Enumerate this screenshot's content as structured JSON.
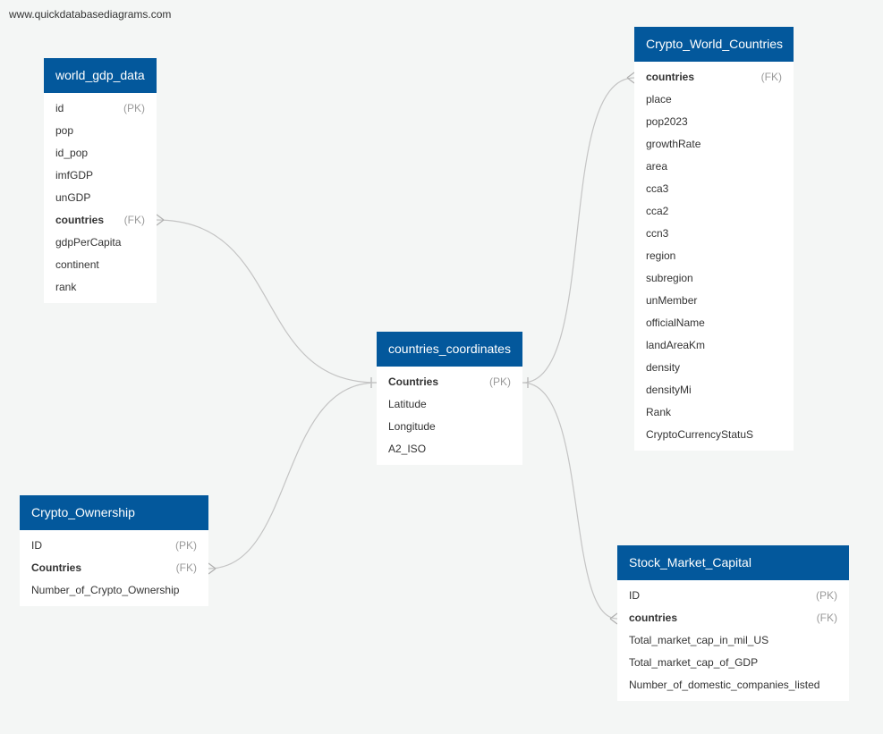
{
  "watermark": "www.quickdatabasediagrams.com",
  "tables": {
    "world_gdp_data": {
      "title": "world_gdp_data",
      "fields": [
        {
          "name": "id",
          "key": "(PK)",
          "bold": false
        },
        {
          "name": "pop",
          "key": "",
          "bold": false
        },
        {
          "name": "id_pop",
          "key": "",
          "bold": false
        },
        {
          "name": "imfGDP",
          "key": "",
          "bold": false
        },
        {
          "name": "unGDP",
          "key": "",
          "bold": false
        },
        {
          "name": "countries",
          "key": "(FK)",
          "bold": true
        },
        {
          "name": "gdpPerCapita",
          "key": "",
          "bold": false
        },
        {
          "name": "continent",
          "key": "",
          "bold": false
        },
        {
          "name": "rank",
          "key": "",
          "bold": false
        }
      ]
    },
    "crypto_world_countries": {
      "title": "Crypto_World_Countries",
      "fields": [
        {
          "name": "countries",
          "key": "(FK)",
          "bold": true
        },
        {
          "name": "place",
          "key": "",
          "bold": false
        },
        {
          "name": "pop2023",
          "key": "",
          "bold": false
        },
        {
          "name": "growthRate",
          "key": "",
          "bold": false
        },
        {
          "name": "area",
          "key": "",
          "bold": false
        },
        {
          "name": "cca3",
          "key": "",
          "bold": false
        },
        {
          "name": "cca2",
          "key": "",
          "bold": false
        },
        {
          "name": "ccn3",
          "key": "",
          "bold": false
        },
        {
          "name": "region",
          "key": "",
          "bold": false
        },
        {
          "name": "subregion",
          "key": "",
          "bold": false
        },
        {
          "name": "unMember",
          "key": "",
          "bold": false
        },
        {
          "name": "officialName",
          "key": "",
          "bold": false
        },
        {
          "name": "landAreaKm",
          "key": "",
          "bold": false
        },
        {
          "name": "density",
          "key": "",
          "bold": false
        },
        {
          "name": "densityMi",
          "key": "",
          "bold": false
        },
        {
          "name": "Rank",
          "key": "",
          "bold": false
        },
        {
          "name": "CryptoCurrencyStatuS",
          "key": "",
          "bold": false
        }
      ]
    },
    "countries_coordinates": {
      "title": "countries_coordinates",
      "fields": [
        {
          "name": "Countries",
          "key": "(PK)",
          "bold": true
        },
        {
          "name": "Latitude",
          "key": "",
          "bold": false
        },
        {
          "name": "Longitude",
          "key": "",
          "bold": false
        },
        {
          "name": "A2_ISO",
          "key": "",
          "bold": false
        }
      ]
    },
    "crypto_ownership": {
      "title": "Crypto_Ownership",
      "fields": [
        {
          "name": "ID",
          "key": "(PK)",
          "bold": false
        },
        {
          "name": "Countries",
          "key": "(FK)",
          "bold": true
        },
        {
          "name": "Number_of_Crypto_Ownership",
          "key": "",
          "bold": false
        }
      ]
    },
    "stock_market_capital": {
      "title": "Stock_Market_Capital",
      "fields": [
        {
          "name": "ID",
          "key": "(PK)",
          "bold": false
        },
        {
          "name": "countries",
          "key": "(FK)",
          "bold": true
        },
        {
          "name": "Total_market_cap_in_mil_US",
          "key": "",
          "bold": false
        },
        {
          "name": "Total_market_cap_of_GDP",
          "key": "",
          "bold": false
        },
        {
          "name": "Number_of_domestic_companies_listed",
          "key": "",
          "bold": false
        }
      ]
    }
  }
}
